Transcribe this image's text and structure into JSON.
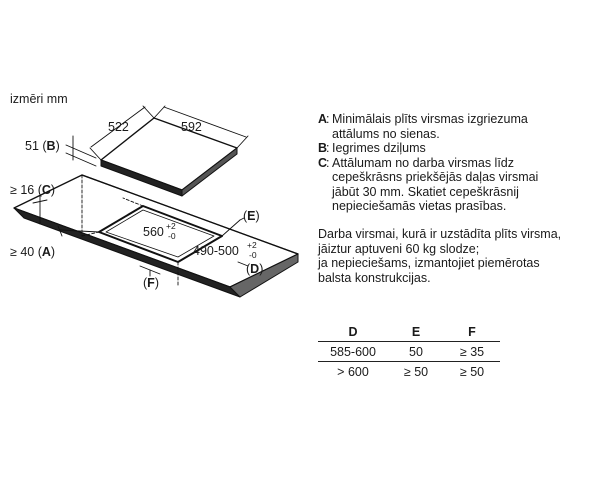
{
  "units_title": "izmēri mm",
  "labels": {
    "width_522": "522",
    "width_592": "592",
    "b_51": "51",
    "b_letter": "B",
    "c_16": "≥ 16",
    "c_letter": "C",
    "a_40": "≥ 40",
    "a_letter": "A",
    "e_letter": "E",
    "d_letter": "D",
    "f_letter": "F",
    "cut_560": "560",
    "cut_560_plus": "+2",
    "cut_560_minus": "-0",
    "cut_490": "490-500",
    "cut_490_plus": "+2",
    "cut_490_minus": "-0"
  },
  "notes": [
    {
      "key": "A",
      "text_lines": [
        "Minimālais plīts virsmas izgriezuma",
        "attālums no sienas."
      ]
    },
    {
      "key": "B",
      "text_lines": [
        "Iegrimes dziļums"
      ]
    },
    {
      "key": "C",
      "text_lines": [
        "Attālumam no darba virsmas līdz",
        "cepeškrāsns priekšējās daļas virsmai",
        "jābūt 30 mm. Skatiet cepeškrāsnij",
        "nepieciešamās vietas prasības."
      ]
    }
  ],
  "paragraph": [
    "Darba virsmai, kurā ir uzstādīta plīts virsma,",
    "jāiztur aptuveni 60 kg slodze;",
    "ja nepieciešams, izmantojiet piemērotas",
    "balsta konstrukcijas."
  ],
  "table": {
    "headers": [
      "D",
      "E",
      "F"
    ],
    "rows": [
      [
        "585-600",
        "50",
        "≥ 35"
      ],
      [
        "> 600",
        "≥ 50",
        "≥ 50"
      ]
    ]
  }
}
